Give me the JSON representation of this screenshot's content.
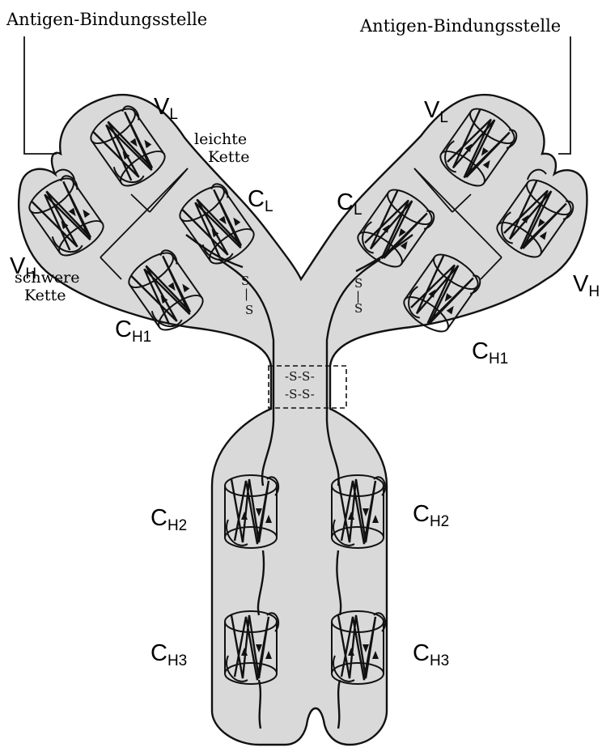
{
  "labels": {
    "antigen_left": "Antigen-Bindungsstelle",
    "antigen_right": "Antigen-Bindungsstelle",
    "light_chain_line1": "leichte",
    "light_chain_line2": "Kette",
    "heavy_chain_line1": "schwere",
    "heavy_chain_line2": "Kette",
    "VL_main": "V",
    "VL_sub": "L",
    "VH_main": "V",
    "VH_sub": "H",
    "CL_main": "C",
    "CL_sub": "L",
    "CH1_main": "C",
    "CH1_sub": "H1",
    "CH2_main": "C",
    "CH2_sub": "H2",
    "CH3_main": "C",
    "CH3_sub": "H3",
    "disulfide_s": "S",
    "hinge_bond_1": "-S-S-",
    "hinge_bond_2": "-S-S-"
  },
  "colors": {
    "fill": "#d9d9d9",
    "outline": "#111111",
    "background": "#ffffff"
  }
}
